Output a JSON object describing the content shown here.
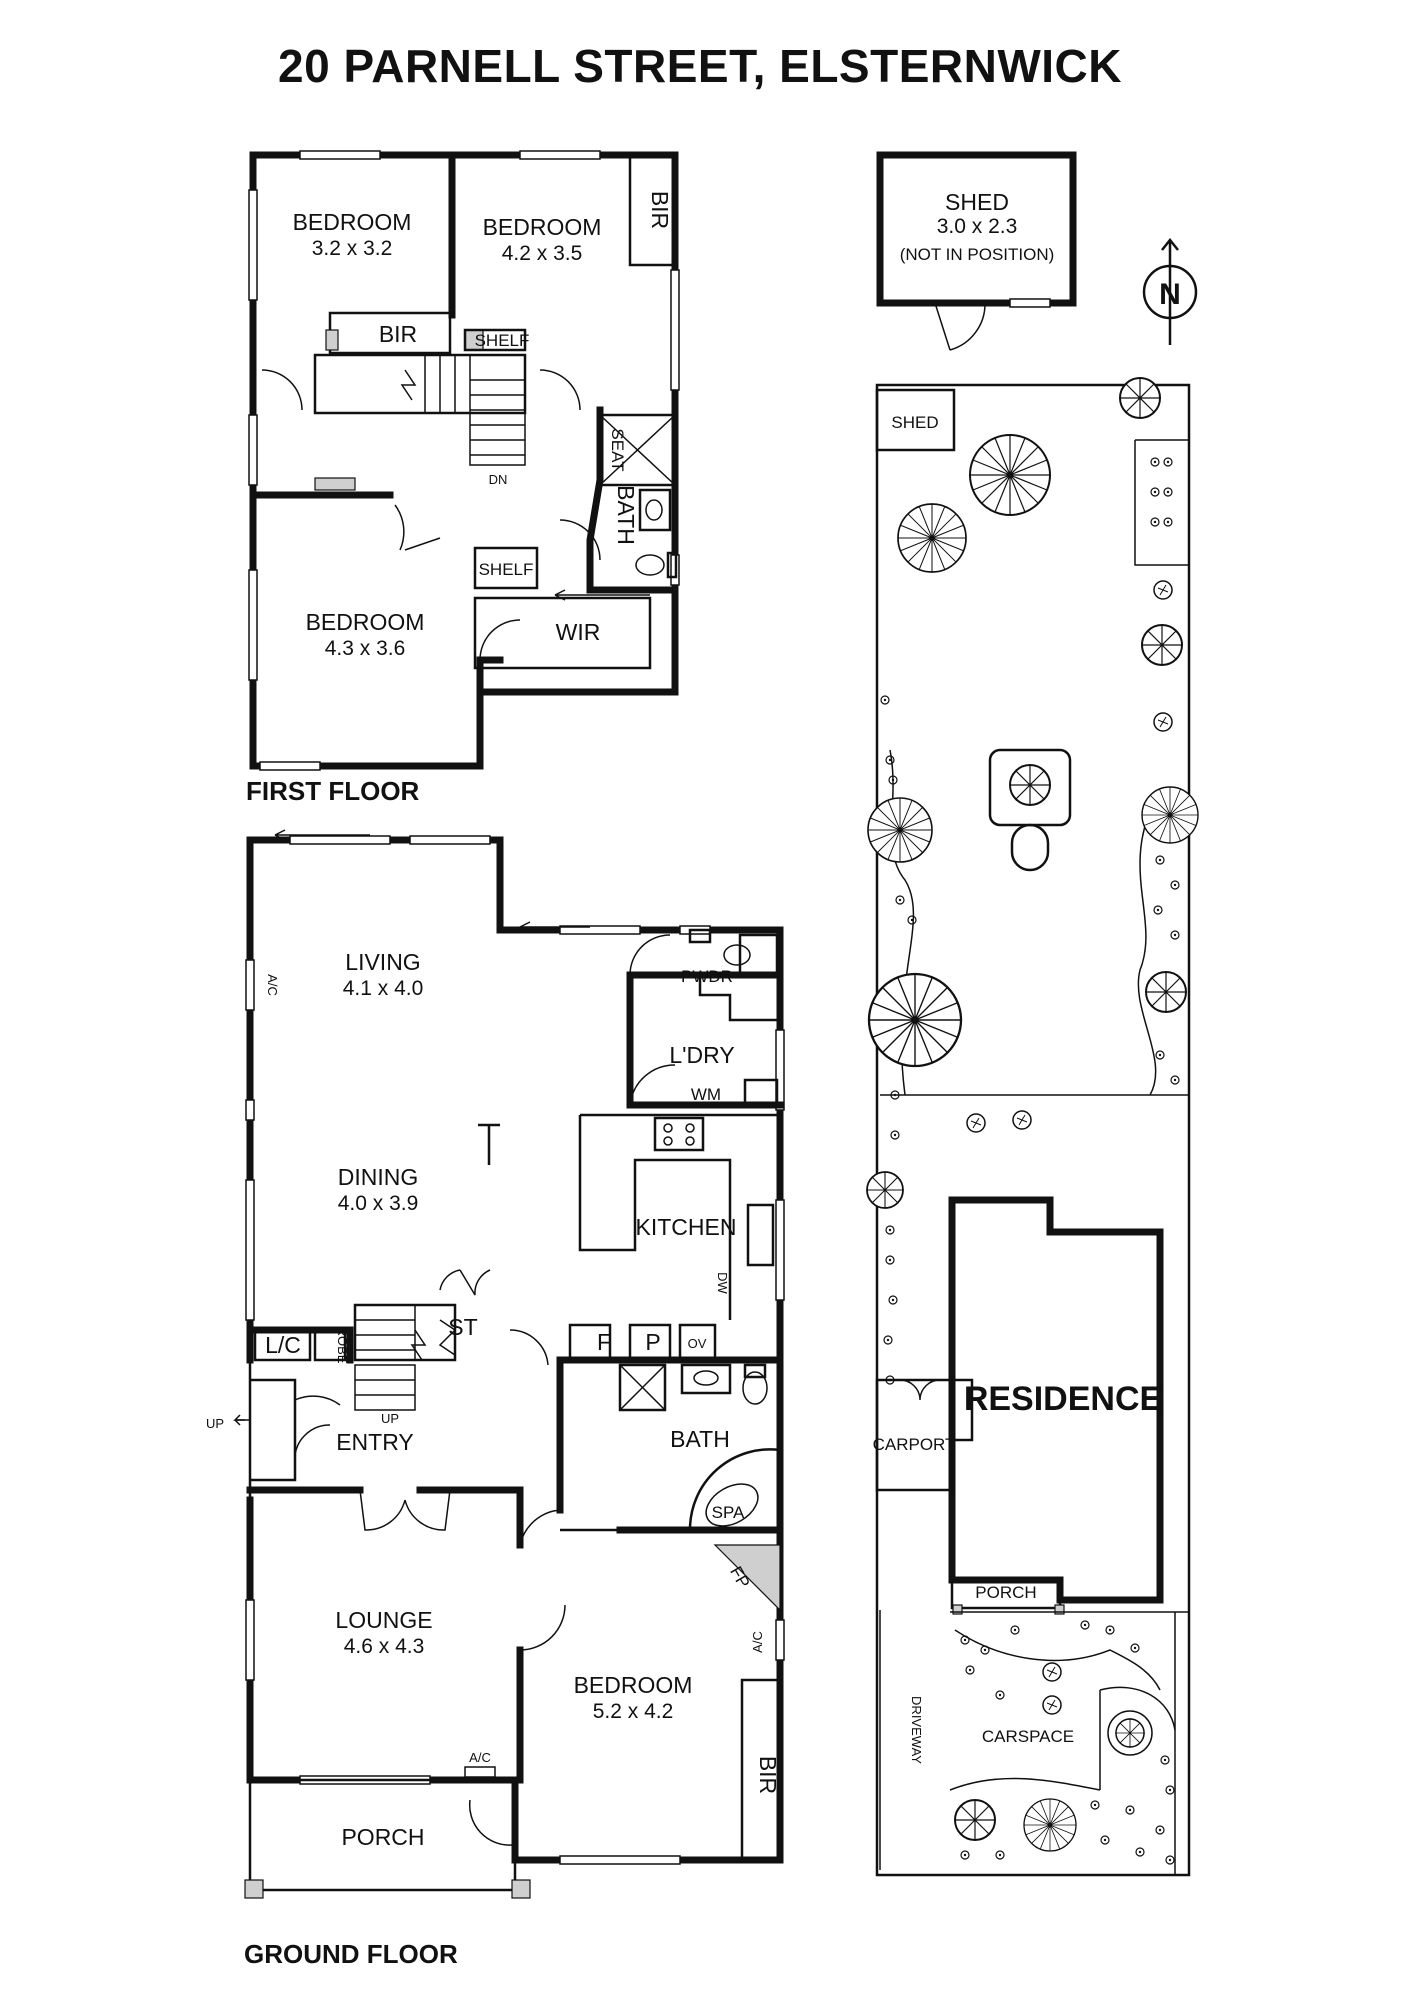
{
  "title": "20 PARNELL STREET, ELSTERNWICK",
  "first_floor": {
    "label": "FIRST FLOOR",
    "bedroom1": {
      "name": "BEDROOM",
      "size": "3.2 x 3.2"
    },
    "bedroom2": {
      "name": "BEDROOM",
      "size": "4.2 x 3.5"
    },
    "bedroom3": {
      "name": "BEDROOM",
      "size": "4.3 x 3.6"
    },
    "bir1": "BIR",
    "bir2": "BIR",
    "shelf1": "SHELF",
    "shelf2": "SHELF",
    "seat": "SEAT",
    "bath": "BATH",
    "wir": "WIR",
    "dn": "DN"
  },
  "ground_floor": {
    "label": "GROUND FLOOR",
    "living": {
      "name": "LIVING",
      "size": "4.1 x 4.0"
    },
    "dining": {
      "name": "DINING",
      "size": "4.0 x 3.9"
    },
    "lounge": {
      "name": "LOUNGE",
      "size": "4.6 x 4.3"
    },
    "bedroom": {
      "name": "BEDROOM",
      "size": "5.2 x 4.2"
    },
    "kitchen": "KITCHEN",
    "pwdr": "PWDR",
    "laundry": "L'DRY",
    "wm": "WM",
    "dw": "DW",
    "f": "F",
    "p": "P",
    "ov": "OV",
    "st": "ST",
    "lc": "L/C",
    "robe": "ROBE",
    "up1": "UP",
    "up2": "UP",
    "entry": "ENTRY",
    "bath": "BATH",
    "spa": "SPA",
    "fp": "FP",
    "ac1": "A/C",
    "ac2": "A/C",
    "ac3": "A/C",
    "bir": "BIR",
    "porch": "PORCH"
  },
  "shed": {
    "name": "SHED",
    "size": "3.0 x 2.3",
    "note": "(NOT IN POSITION)"
  },
  "north": "N",
  "site": {
    "shed": "SHED",
    "residence": "RESIDENCE",
    "carport": "CARPORT",
    "porch": "PORCH",
    "carspace": "CARSPACE",
    "driveway": "DRIVEWAY"
  }
}
